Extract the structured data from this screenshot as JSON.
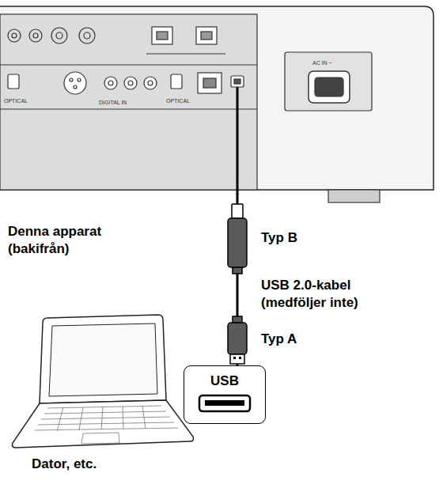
{
  "diagram": {
    "nodes": [
      {
        "text": [
          "Denna apparat (bakifrån)"
        ]
      },
      {
        "text": [
          "USB"
        ]
      },
      {
        "text": [
          "Dator, etc."
        ]
      }
    ],
    "edges": [
      {
        "from": 0,
        "to": 1,
        "arrow": "none"
      }
    ],
    "labels": [
      "Typ B",
      "USB 2.0-kabel (medföljer inte)",
      "Typ A",
      "OPTICAL",
      "OPTICAL",
      "DIGITAL IN",
      "AC IN ~"
    ]
  }
}
